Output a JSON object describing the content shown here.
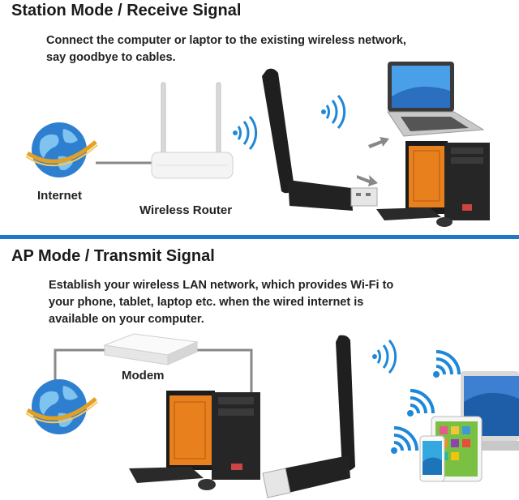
{
  "station": {
    "title": "Station Mode / Receive Signal",
    "description_line1": "Connect the computer or laptor to the existing wireless network,",
    "description_line2": "say goodbye to cables.",
    "internet_label": "Internet",
    "router_label": "Wireless Router"
  },
  "ap": {
    "title": "AP Mode / Transmit Signal",
    "description_line1": "Establish your wireless LAN network, which provides Wi-Fi to",
    "description_line2": "your phone, tablet, laptop etc. when the wired internet is",
    "description_line3": "available on your computer.",
    "modem_label": "Modem"
  },
  "colors": {
    "divider": "#1e78c8",
    "wifi": "#1e88d8",
    "screen": "#e8801e",
    "globe": "#2f7fd0"
  }
}
